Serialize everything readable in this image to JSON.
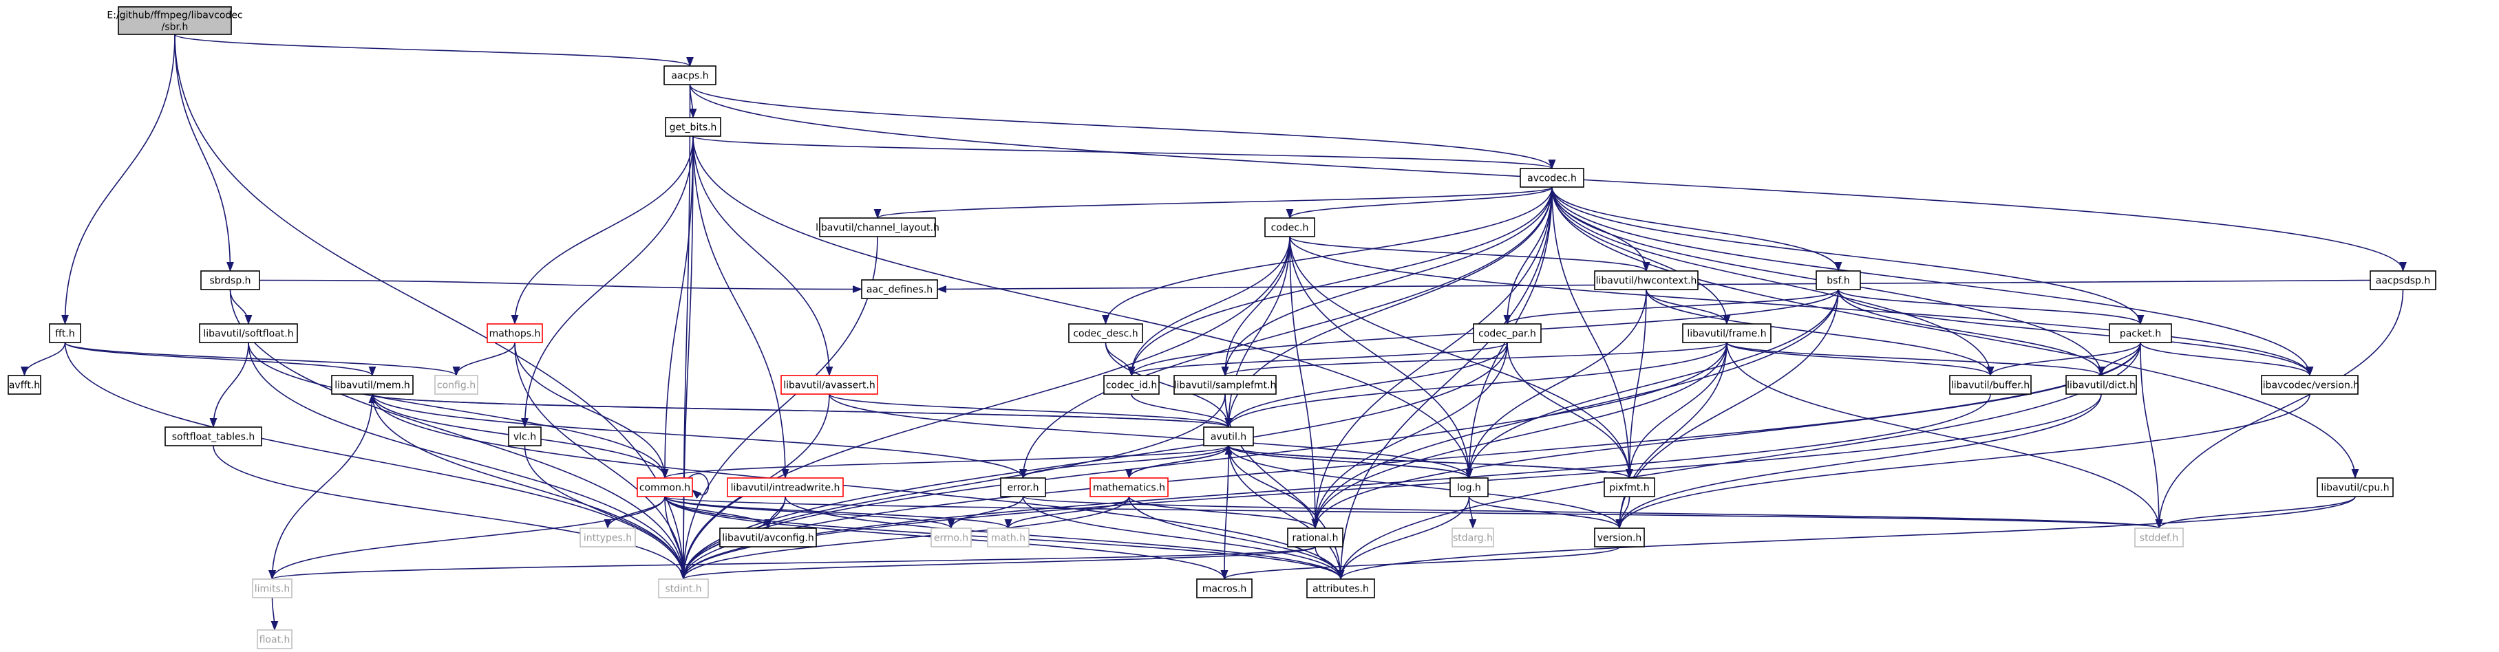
{
  "colors": {
    "edge": "#191970",
    "node_border": "#000000",
    "root_fill": "#bfbfbf",
    "incomplete_border": "#ff0000",
    "external_border": "#bfbfbf",
    "external_text": "#9a9a9a"
  },
  "nodes": [
    {
      "id": "sbr",
      "lines": [
        "E:/github/ffmpeg/libavcodec",
        "/sbr.h"
      ],
      "style": "root"
    },
    {
      "id": "aacps",
      "lines": [
        "aacps.h"
      ],
      "style": "normal"
    },
    {
      "id": "get_bits",
      "lines": [
        "get_bits.h"
      ],
      "style": "normal"
    },
    {
      "id": "avcodec",
      "lines": [
        "avcodec.h"
      ],
      "style": "normal"
    },
    {
      "id": "channel_layout",
      "lines": [
        "libavutil/channel_layout.h"
      ],
      "style": "normal"
    },
    {
      "id": "codec",
      "lines": [
        "codec.h"
      ],
      "style": "normal"
    },
    {
      "id": "hwcontext",
      "lines": [
        "libavutil/hwcontext.h"
      ],
      "style": "normal"
    },
    {
      "id": "bsf",
      "lines": [
        "bsf.h"
      ],
      "style": "normal"
    },
    {
      "id": "aacpsdsp",
      "lines": [
        "aacpsdsp.h"
      ],
      "style": "normal"
    },
    {
      "id": "sbrdsp",
      "lines": [
        "sbrdsp.h"
      ],
      "style": "normal"
    },
    {
      "id": "aac_defines",
      "lines": [
        "aac_defines.h"
      ],
      "style": "normal"
    },
    {
      "id": "softfloat",
      "lines": [
        "libavutil/softfloat.h"
      ],
      "style": "normal"
    },
    {
      "id": "fft",
      "lines": [
        "fft.h"
      ],
      "style": "normal"
    },
    {
      "id": "avfft",
      "lines": [
        "avfft.h"
      ],
      "style": "normal"
    },
    {
      "id": "mathops",
      "lines": [
        "mathops.h"
      ],
      "style": "incomplete"
    },
    {
      "id": "config",
      "lines": [
        "config.h"
      ],
      "style": "external"
    },
    {
      "id": "mem",
      "lines": [
        "libavutil/mem.h"
      ],
      "style": "normal"
    },
    {
      "id": "avassert",
      "lines": [
        "libavutil/avassert.h"
      ],
      "style": "incomplete"
    },
    {
      "id": "codec_desc",
      "lines": [
        "codec_desc.h"
      ],
      "style": "normal"
    },
    {
      "id": "codec_par",
      "lines": [
        "codec_par.h"
      ],
      "style": "normal"
    },
    {
      "id": "frame",
      "lines": [
        "libavutil/frame.h"
      ],
      "style": "normal"
    },
    {
      "id": "packet",
      "lines": [
        "packet.h"
      ],
      "style": "normal"
    },
    {
      "id": "softfloat_tables",
      "lines": [
        "softfloat_tables.h"
      ],
      "style": "normal"
    },
    {
      "id": "codec_id",
      "lines": [
        "codec_id.h"
      ],
      "style": "normal"
    },
    {
      "id": "samplefmt",
      "lines": [
        "libavutil/samplefmt.h"
      ],
      "style": "normal"
    },
    {
      "id": "buffer",
      "lines": [
        "libavutil/buffer.h"
      ],
      "style": "normal"
    },
    {
      "id": "dict",
      "lines": [
        "libavutil/dict.h"
      ],
      "style": "normal"
    },
    {
      "id": "av_version",
      "lines": [
        "libavcodec/version.h"
      ],
      "style": "normal"
    },
    {
      "id": "vlc",
      "lines": [
        "vlc.h"
      ],
      "style": "normal"
    },
    {
      "id": "avutil",
      "lines": [
        "avutil.h"
      ],
      "style": "normal"
    },
    {
      "id": "common",
      "lines": [
        "common.h"
      ],
      "style": "incomplete"
    },
    {
      "id": "intreadwrite",
      "lines": [
        "libavutil/intreadwrite.h"
      ],
      "style": "incomplete"
    },
    {
      "id": "error",
      "lines": [
        "error.h"
      ],
      "style": "normal"
    },
    {
      "id": "mathematics",
      "lines": [
        "mathematics.h"
      ],
      "style": "incomplete"
    },
    {
      "id": "log",
      "lines": [
        "log.h"
      ],
      "style": "normal"
    },
    {
      "id": "pixfmt",
      "lines": [
        "pixfmt.h"
      ],
      "style": "normal"
    },
    {
      "id": "cpu",
      "lines": [
        "libavutil/cpu.h"
      ],
      "style": "normal"
    },
    {
      "id": "inttypes",
      "lines": [
        "inttypes.h"
      ],
      "style": "external"
    },
    {
      "id": "avconfig",
      "lines": [
        "libavutil/avconfig.h"
      ],
      "style": "normal"
    },
    {
      "id": "errno",
      "lines": [
        "errno.h"
      ],
      "style": "external"
    },
    {
      "id": "math",
      "lines": [
        "math.h"
      ],
      "style": "external"
    },
    {
      "id": "rational",
      "lines": [
        "rational.h"
      ],
      "style": "normal"
    },
    {
      "id": "stdarg",
      "lines": [
        "stdarg.h"
      ],
      "style": "external"
    },
    {
      "id": "version",
      "lines": [
        "version.h"
      ],
      "style": "normal"
    },
    {
      "id": "stddef",
      "lines": [
        "stddef.h"
      ],
      "style": "external"
    },
    {
      "id": "limits",
      "lines": [
        "limits.h"
      ],
      "style": "external"
    },
    {
      "id": "stdint",
      "lines": [
        "stdint.h"
      ],
      "style": "external"
    },
    {
      "id": "macros",
      "lines": [
        "macros.h"
      ],
      "style": "normal"
    },
    {
      "id": "attributes",
      "lines": [
        "attributes.h"
      ],
      "style": "normal"
    },
    {
      "id": "float",
      "lines": [
        "float.h"
      ],
      "style": "external"
    }
  ],
  "edges": [
    [
      "sbr",
      "aacps"
    ],
    [
      "sbr",
      "sbrdsp"
    ],
    [
      "sbr",
      "fft"
    ],
    [
      "sbr",
      "stdint"
    ],
    [
      "aacps",
      "get_bits"
    ],
    [
      "aacps",
      "avcodec"
    ],
    [
      "aacps",
      "aacpsdsp"
    ],
    [
      "aacps",
      "stdint"
    ],
    [
      "get_bits",
      "avcodec"
    ],
    [
      "get_bits",
      "mathops"
    ],
    [
      "get_bits",
      "avassert"
    ],
    [
      "get_bits",
      "vlc"
    ],
    [
      "get_bits",
      "common"
    ],
    [
      "get_bits",
      "intreadwrite"
    ],
    [
      "get_bits",
      "log"
    ],
    [
      "get_bits",
      "stdint"
    ],
    [
      "avcodec",
      "channel_layout"
    ],
    [
      "avcodec",
      "codec"
    ],
    [
      "avcodec",
      "hwcontext"
    ],
    [
      "avcodec",
      "bsf"
    ],
    [
      "avcodec",
      "codec_desc"
    ],
    [
      "avcodec",
      "codec_par"
    ],
    [
      "avcodec",
      "frame"
    ],
    [
      "avcodec",
      "packet"
    ],
    [
      "avcodec",
      "codec_id"
    ],
    [
      "avcodec",
      "samplefmt"
    ],
    [
      "avcodec",
      "buffer"
    ],
    [
      "avcodec",
      "dict"
    ],
    [
      "avcodec",
      "av_version"
    ],
    [
      "avcodec",
      "avutil"
    ],
    [
      "avcodec",
      "cpu"
    ],
    [
      "avcodec",
      "error"
    ],
    [
      "avcodec",
      "log"
    ],
    [
      "avcodec",
      "pixfmt"
    ],
    [
      "avcodec",
      "rational"
    ],
    [
      "avcodec",
      "attributes"
    ],
    [
      "channel_layout",
      "stdint"
    ],
    [
      "codec",
      "hwcontext"
    ],
    [
      "codec",
      "codec_id"
    ],
    [
      "codec",
      "samplefmt"
    ],
    [
      "codec",
      "avutil"
    ],
    [
      "codec",
      "log"
    ],
    [
      "codec",
      "pixfmt"
    ],
    [
      "codec",
      "rational"
    ],
    [
      "codec",
      "av_version"
    ],
    [
      "codec",
      "stdint"
    ],
    [
      "hwcontext",
      "frame"
    ],
    [
      "hwcontext",
      "buffer"
    ],
    [
      "hwcontext",
      "log"
    ],
    [
      "hwcontext",
      "pixfmt"
    ],
    [
      "bsf",
      "codec_id"
    ],
    [
      "bsf",
      "codec_par"
    ],
    [
      "bsf",
      "packet"
    ],
    [
      "bsf",
      "dict"
    ],
    [
      "bsf",
      "log"
    ],
    [
      "bsf",
      "rational"
    ],
    [
      "bsf",
      "av_version"
    ],
    [
      "bsf",
      "version"
    ],
    [
      "aacpsdsp",
      "aac_defines"
    ],
    [
      "aacpsdsp",
      "stddef"
    ],
    [
      "sbrdsp",
      "aac_defines"
    ],
    [
      "sbrdsp",
      "softfloat"
    ],
    [
      "sbrdsp",
      "stdint"
    ],
    [
      "softfloat",
      "softfloat_tables"
    ],
    [
      "softfloat",
      "common"
    ],
    [
      "softfloat",
      "stdint"
    ],
    [
      "fft",
      "avfft"
    ],
    [
      "fft",
      "config"
    ],
    [
      "fft",
      "mem"
    ],
    [
      "fft",
      "stdint"
    ],
    [
      "mathops",
      "config"
    ],
    [
      "mathops",
      "common"
    ],
    [
      "mathops",
      "stdint"
    ],
    [
      "mem",
      "avutil"
    ],
    [
      "mem",
      "error"
    ],
    [
      "mem",
      "limits"
    ],
    [
      "mem",
      "stdint"
    ],
    [
      "mem",
      "attributes"
    ],
    [
      "avassert",
      "avutil"
    ],
    [
      "avassert",
      "log"
    ],
    [
      "avassert",
      "stdint"
    ],
    [
      "codec_desc",
      "codec_id"
    ],
    [
      "codec_desc",
      "avutil"
    ],
    [
      "codec_par",
      "codec_id"
    ],
    [
      "codec_par",
      "avutil"
    ],
    [
      "codec_par",
      "pixfmt"
    ],
    [
      "codec_par",
      "rational"
    ],
    [
      "codec_par",
      "stdint"
    ],
    [
      "frame",
      "avutil"
    ],
    [
      "frame",
      "buffer"
    ],
    [
      "frame",
      "dict"
    ],
    [
      "frame",
      "samplefmt"
    ],
    [
      "frame",
      "rational"
    ],
    [
      "frame",
      "pixfmt"
    ],
    [
      "frame",
      "version"
    ],
    [
      "frame",
      "stddef"
    ],
    [
      "frame",
      "stdint"
    ],
    [
      "packet",
      "buffer"
    ],
    [
      "packet",
      "dict"
    ],
    [
      "packet",
      "av_version"
    ],
    [
      "packet",
      "rational"
    ],
    [
      "packet",
      "stddef"
    ],
    [
      "packet",
      "stdint"
    ],
    [
      "packet",
      "attributes"
    ],
    [
      "softfloat_tables",
      "stdint"
    ],
    [
      "codec_id",
      "avutil"
    ],
    [
      "samplefmt",
      "avutil"
    ],
    [
      "samplefmt",
      "attributes"
    ],
    [
      "samplefmt",
      "stdint"
    ],
    [
      "buffer",
      "stdint"
    ],
    [
      "dict",
      "stdint"
    ],
    [
      "dict",
      "version"
    ],
    [
      "av_version",
      "version"
    ],
    [
      "vlc",
      "stdint"
    ],
    [
      "avutil",
      "common"
    ],
    [
      "avutil",
      "error"
    ],
    [
      "avutil",
      "mathematics"
    ],
    [
      "avutil",
      "log"
    ],
    [
      "avutil",
      "pixfmt"
    ],
    [
      "avutil",
      "rational"
    ],
    [
      "avutil",
      "version"
    ],
    [
      "avutil",
      "macros"
    ],
    [
      "avutil",
      "attributes"
    ],
    [
      "avutil",
      "mem"
    ],
    [
      "common",
      "inttypes"
    ],
    [
      "common",
      "avconfig"
    ],
    [
      "common",
      "errno"
    ],
    [
      "common",
      "math"
    ],
    [
      "common",
      "limits"
    ],
    [
      "common",
      "stdint"
    ],
    [
      "common",
      "macros"
    ],
    [
      "common",
      "attributes"
    ],
    [
      "common",
      "mem"
    ],
    [
      "common",
      "common"
    ],
    [
      "common",
      "stddef"
    ],
    [
      "intreadwrite",
      "avconfig"
    ],
    [
      "intreadwrite",
      "attributes"
    ],
    [
      "intreadwrite",
      "stdint"
    ],
    [
      "error",
      "errno"
    ],
    [
      "error",
      "stddef"
    ],
    [
      "error",
      "attributes"
    ],
    [
      "mathematics",
      "math"
    ],
    [
      "mathematics",
      "rational"
    ],
    [
      "mathematics",
      "stdint"
    ],
    [
      "mathematics",
      "attributes"
    ],
    [
      "mathematics",
      "avutil"
    ],
    [
      "log",
      "stdarg"
    ],
    [
      "log",
      "version"
    ],
    [
      "log",
      "avutil"
    ],
    [
      "log",
      "attributes"
    ],
    [
      "pixfmt",
      "avutil"
    ],
    [
      "pixfmt",
      "version"
    ],
    [
      "cpu",
      "stddef"
    ],
    [
      "cpu",
      "attributes"
    ],
    [
      "rational",
      "stdint"
    ],
    [
      "rational",
      "limits"
    ],
    [
      "rational",
      "attributes"
    ],
    [
      "version",
      "macros"
    ],
    [
      "limits",
      "float"
    ]
  ]
}
